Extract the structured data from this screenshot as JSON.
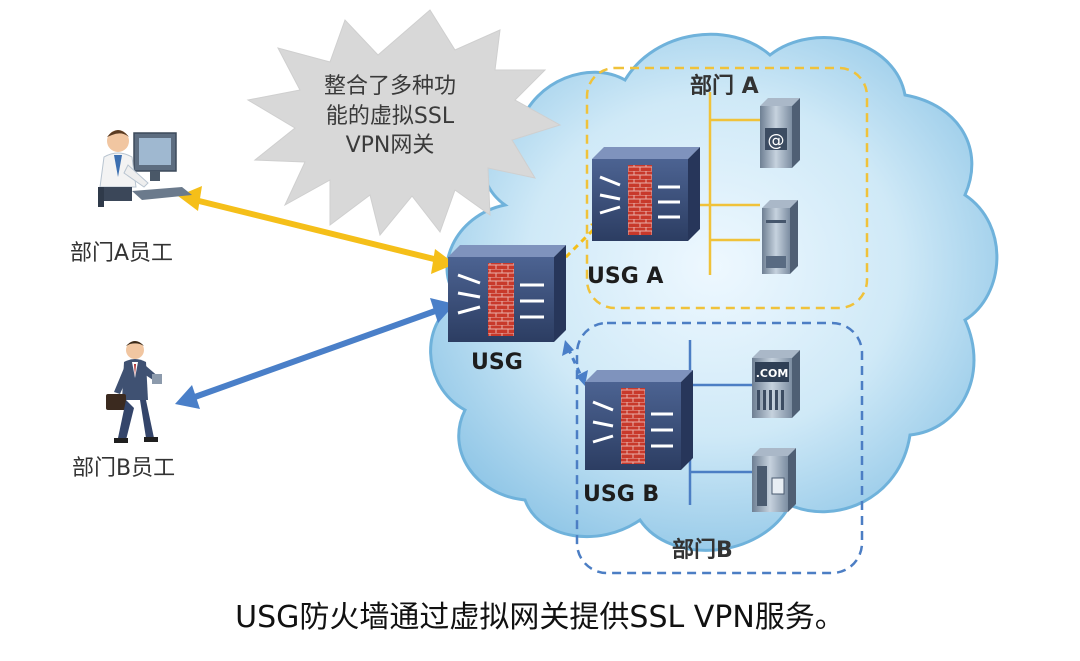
{
  "burst_text": [
    "整合了多种功",
    "能的虚拟SSL",
    "VPN网关"
  ],
  "users": {
    "a": {
      "label": "部门A员工",
      "icon": "computer-user-icon"
    },
    "b": {
      "label": "部门B员工",
      "icon": "businessman-icon"
    }
  },
  "devices": {
    "usg": "USG",
    "usg_a": "USG A",
    "usg_b": "USG B"
  },
  "departments": {
    "a": "部门 A",
    "b": "部门B"
  },
  "servers": {
    "com_label": ".COM",
    "mail_symbol": "@"
  },
  "caption": "USG防火墙通过虚拟网关提供SSL VPN服务。",
  "colors": {
    "link_a": "#f5bf19",
    "link_b": "#4a7fc8",
    "firewall_brick": "#c0392b",
    "firewall_body": "#3b4f79"
  }
}
